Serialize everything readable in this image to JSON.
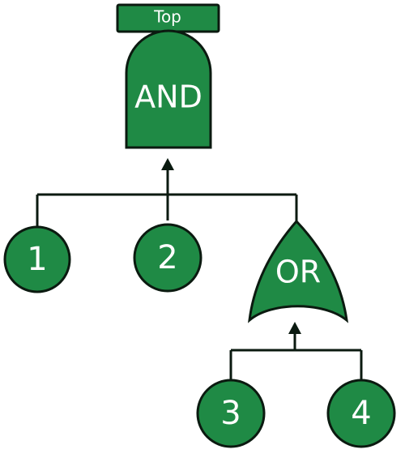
{
  "diagram": {
    "top_event": {
      "label": "Top"
    },
    "and_gate": {
      "label": "AND"
    },
    "or_gate": {
      "label": "OR"
    },
    "events": [
      {
        "label": "1"
      },
      {
        "label": "2"
      },
      {
        "label": "3"
      },
      {
        "label": "4"
      }
    ],
    "colors": {
      "fill": "#1f8a45",
      "stroke": "#0b1a10",
      "text": "#ffffff"
    }
  }
}
